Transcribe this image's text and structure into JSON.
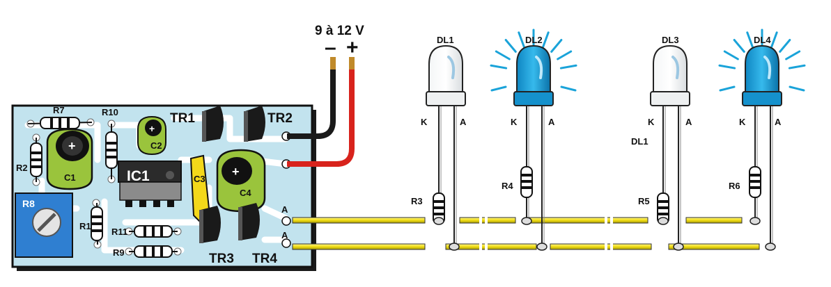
{
  "supply": {
    "voltage": "9 à 12 V",
    "minus": "–",
    "plus": "+"
  },
  "pcb": {
    "components": {
      "R7": "R7",
      "R10": "R10",
      "R2": "R2",
      "C1": "C1",
      "C2": "C2",
      "TR1": "TR1",
      "TR2": "TR2",
      "IC1": "IC1",
      "C3": "C3",
      "C4": "C4",
      "R8": "R8",
      "R1": "R1",
      "R11": "R11",
      "R9": "R9",
      "TR3": "TR3",
      "TR4": "TR4"
    },
    "output_labels": {
      "a1": "A",
      "a2": "A"
    }
  },
  "leds": [
    {
      "name": "DL1",
      "state": "off",
      "k": "K",
      "a": "A"
    },
    {
      "name": "DL2",
      "state": "on",
      "k": "K",
      "a": "A"
    },
    {
      "name": "DL3",
      "state": "off",
      "k": "K",
      "a": "A",
      "extra": "DL1"
    },
    {
      "name": "DL4",
      "state": "on",
      "k": "K",
      "a": "A"
    }
  ],
  "resistors": [
    "R3",
    "R4",
    "R5",
    "R6"
  ],
  "colors": {
    "board": "#c2e3ee",
    "board_traces": "#ffffff",
    "led_blue": "#1aa3d9",
    "wire_yellow": "#f5e61a",
    "wire_red": "#d8231c",
    "wire_black": "#1a1a1a",
    "cap_green": "#9ac43c",
    "trimmer_blue": "#2f7fd1"
  }
}
